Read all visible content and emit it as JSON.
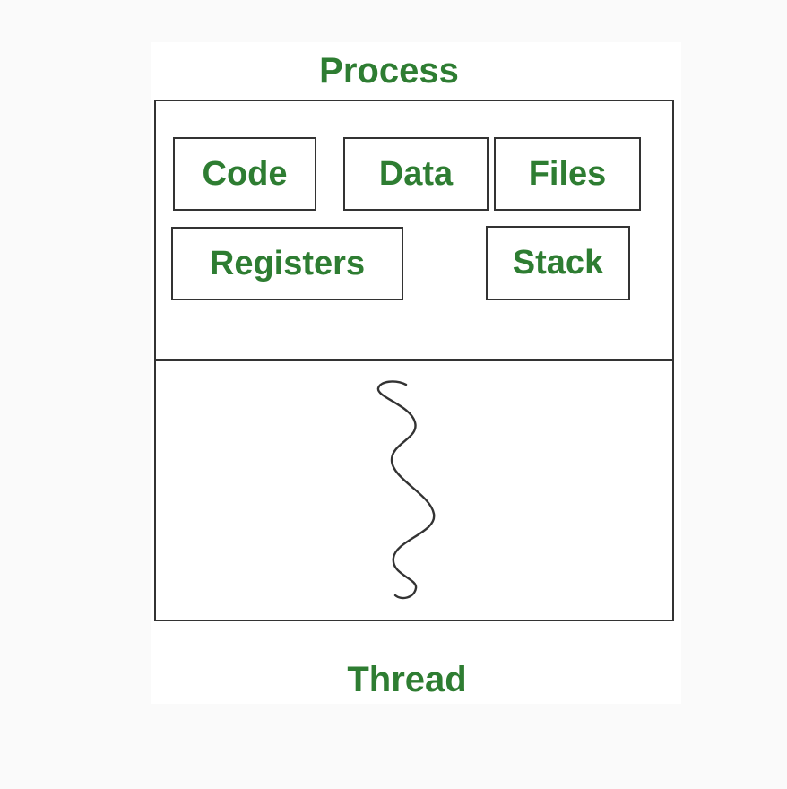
{
  "page": {
    "background": "#fafafa"
  },
  "card": {
    "background": "#ffffff"
  },
  "colors": {
    "label_green": "#2E7D32",
    "line_dark": "#333333"
  },
  "diagram": {
    "title": "Process",
    "footer_label": "Thread",
    "resource_boxes_row1": [
      {
        "label": "Code"
      },
      {
        "label": "Data"
      },
      {
        "label": "Files"
      }
    ],
    "resource_boxes_row2": [
      {
        "label": "Registers"
      },
      {
        "label": "Stack"
      }
    ],
    "icons": {
      "thread_line": "squiggle-wavy-vertical-line"
    }
  }
}
